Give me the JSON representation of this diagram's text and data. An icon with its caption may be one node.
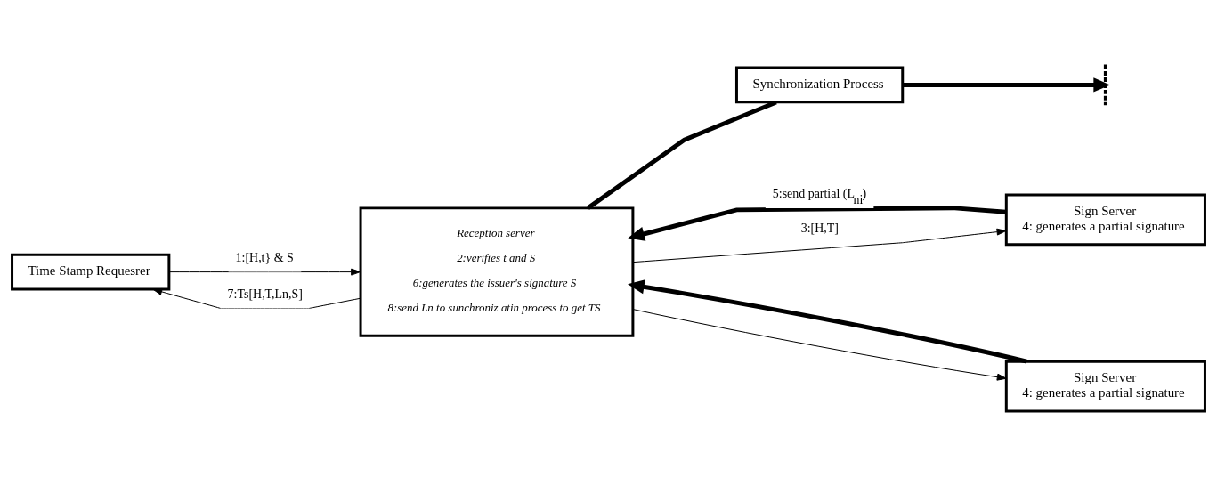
{
  "diagram": {
    "nodes": [
      {
        "text": [
          "Time Stamp Requesrer"
        ]
      },
      {
        "text": [
          "Reception server",
          "2:verifies t and S",
          "6:generates the issuer's signature S",
          "8:send Ln to sunchroniz atin process to get TS"
        ]
      },
      {
        "text": [
          "Sign Server",
          "4: generates a partial signature"
        ]
      },
      {
        "text": [
          "Synchronization Process"
        ]
      },
      {
        "text": [
          "Sign Server",
          "4: generates a partial signature"
        ]
      },
      {
        "text": [],
        "shape": "line"
      }
    ],
    "edges": [
      {
        "from": 0,
        "to": 1,
        "arrow": "to",
        "label": "1:[H,t} & S"
      },
      {
        "from": 1,
        "to": 2,
        "arrow": "to",
        "label": "3:[H,T]"
      },
      {
        "from": 1,
        "to": 4,
        "arrow": "to"
      },
      {
        "from": 2,
        "to": 1,
        "arrow": "to",
        "style": "thick",
        "label": "5:send partial (L$_{ni}$)"
      },
      {
        "from": 4,
        "to": 1,
        "arrow": "to",
        "style": "thick"
      },
      {
        "from": 1,
        "to": 0,
        "arrow": "to",
        "label": "7:Ts[H,T,Ln,S]"
      },
      {
        "from": 3,
        "to": 5,
        "arrow": "to",
        "style": "thick"
      },
      {
        "from": 1,
        "to": 3,
        "arrow": "none",
        "style": "thick"
      }
    ]
  }
}
